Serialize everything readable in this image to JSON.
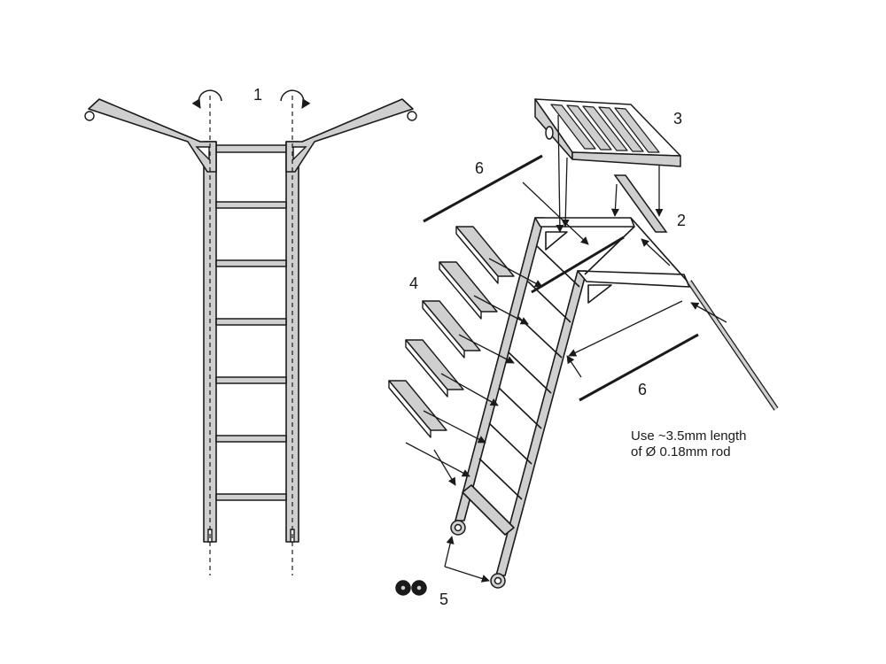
{
  "labels": {
    "step1": "1",
    "step2": "2",
    "step3": "3",
    "step4": "4",
    "step5": "5",
    "step6a": "6",
    "step6b": "6"
  },
  "note": {
    "line1": "Use ~3.5mm length",
    "line2": "of Ø 0.18mm rod"
  },
  "colors": {
    "part_fill": "#cfcfcf",
    "line": "#1a1a1a",
    "background": "#ffffff"
  }
}
